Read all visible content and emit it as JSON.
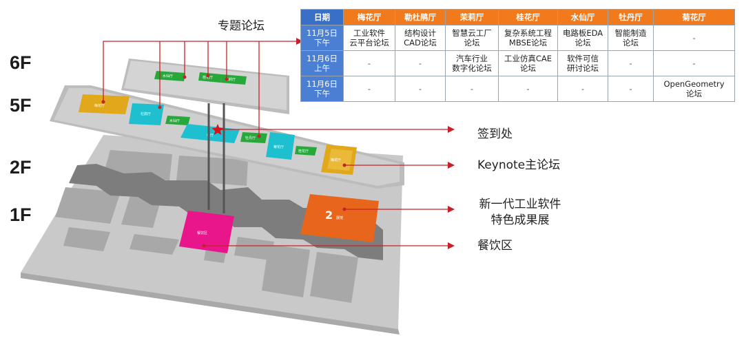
{
  "floors": [
    "6F",
    "5F",
    "2F",
    "1F"
  ],
  "callouts": {
    "special_forums": "专题论坛",
    "checkin": "签到处",
    "keynote": "Keynote主论坛",
    "expo_line1": "新一代工业软件",
    "expo_line2": "特色成果展",
    "dining": "餐饮区"
  },
  "map_labels": {
    "dining_area": "餐饮区",
    "hall_2": "2",
    "hall_2_suffix": "展馆",
    "main_hall": "中厅"
  },
  "schedule": {
    "headers": [
      "日期",
      "梅花厅",
      "勒杜鹃厅",
      "茉莉厅",
      "桂花厅",
      "水仙厅",
      "牡丹厅",
      "菊花厅"
    ],
    "rows": [
      {
        "date1": "11月5日",
        "date2": "下午",
        "cells": [
          [
            "工业软件",
            "云平台论坛"
          ],
          [
            "结构设计",
            "CAD论坛"
          ],
          [
            "智慧云工厂",
            "论坛"
          ],
          [
            "复杂系统工程",
            "MBSE论坛"
          ],
          [
            "电路板EDA",
            "论坛"
          ],
          [
            "智能制造",
            "论坛"
          ],
          [
            "-"
          ]
        ]
      },
      {
        "date1": "11月6日",
        "date2": "上午",
        "cells": [
          [
            "-"
          ],
          [
            "-"
          ],
          [
            "汽车行业",
            "数字化论坛"
          ],
          [
            "工业仿真CAE",
            "论坛"
          ],
          [
            "软件可信",
            "研讨论坛"
          ],
          [
            "-"
          ],
          [
            "-"
          ]
        ]
      },
      {
        "date1": "11月6日",
        "date2": "下午",
        "cells": [
          [
            "-"
          ],
          [
            "-"
          ],
          [
            "-"
          ],
          [
            "-"
          ],
          [
            "-"
          ],
          [
            "-"
          ],
          [
            "OpenGeometry",
            "论坛"
          ]
        ]
      }
    ]
  },
  "colors": {
    "header_orange": "#f07a1c",
    "date_blue": "#4a7fd4",
    "connector_red": "#c8202a",
    "room_gold": "#e0a81a",
    "room_cyan": "#1ec0d0",
    "room_green": "#27a83a",
    "dining_magenta": "#e8168a",
    "hall_orange": "#e8661c"
  }
}
